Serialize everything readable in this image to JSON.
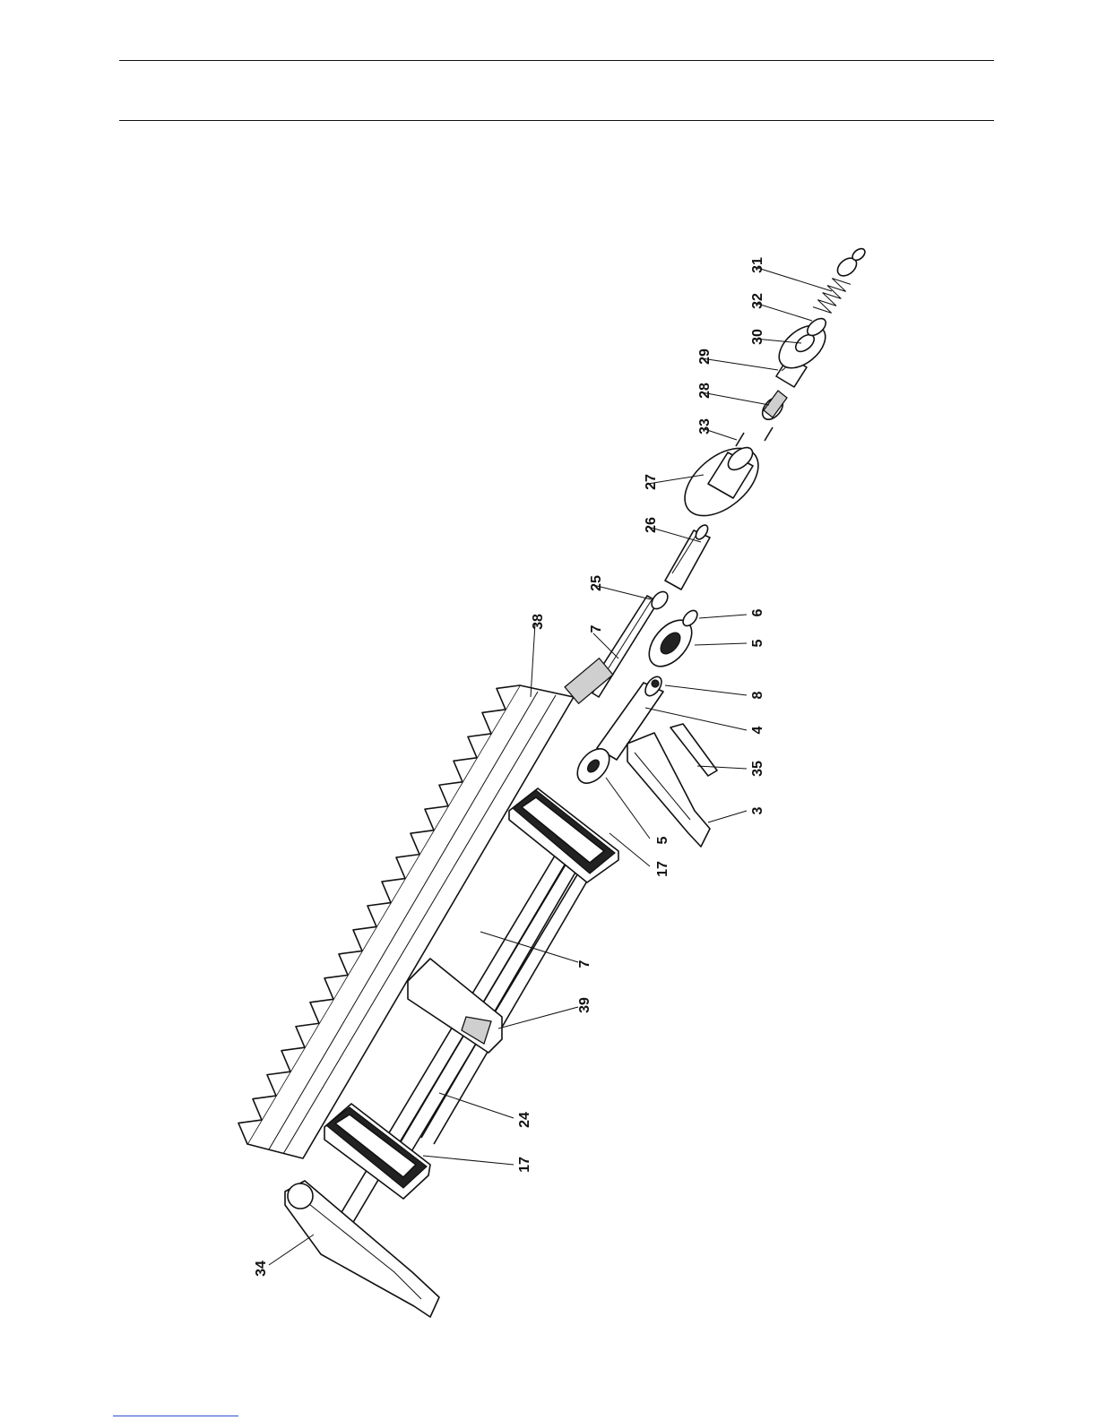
{
  "callouts": [
    {
      "label": "31",
      "part": "spring-coil"
    },
    {
      "label": "32",
      "part": "washer"
    },
    {
      "label": "30",
      "part": "flange-gear"
    },
    {
      "label": "29",
      "part": "clutch-housing"
    },
    {
      "label": "28",
      "part": "pinion"
    },
    {
      "label": "33",
      "part": "pin"
    },
    {
      "label": "27",
      "part": "large-flange"
    },
    {
      "label": "26",
      "part": "sleeve-shaft"
    },
    {
      "label": "25",
      "part": "washer"
    },
    {
      "label": "7",
      "part": "shaft-upper"
    },
    {
      "label": "38",
      "part": "rack"
    },
    {
      "label": "6",
      "part": "retaining-ring"
    },
    {
      "label": "5",
      "part": "gear-wheel-upper"
    },
    {
      "label": "8",
      "part": "pin-roller"
    },
    {
      "label": "4",
      "part": "roller"
    },
    {
      "label": "35",
      "part": "lever"
    },
    {
      "label": "3",
      "part": "bracket-arm"
    },
    {
      "label": "5",
      "part": "gear-wheel-lower"
    },
    {
      "label": "17",
      "part": "carriage-upper"
    },
    {
      "label": "7",
      "part": "shaft-lower"
    },
    {
      "label": "39",
      "part": "cross-bracket"
    },
    {
      "label": "24",
      "part": "guide-rod"
    },
    {
      "label": "17",
      "part": "carriage-lower"
    },
    {
      "label": "34",
      "part": "end-bracket"
    }
  ]
}
